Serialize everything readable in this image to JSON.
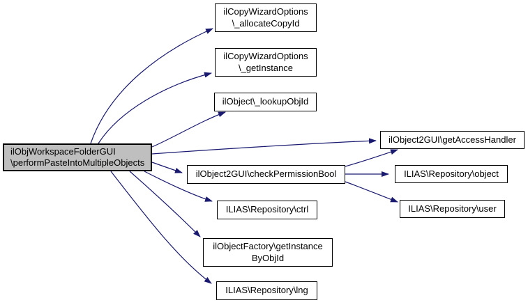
{
  "graph": {
    "type": "call-graph",
    "colors": {
      "edge": "#191970",
      "node_border": "#000000",
      "node_fill": "#ffffff",
      "highlight_fill": "#bfbfbf",
      "background": "#ffffff",
      "text": "#000000"
    },
    "nodes": {
      "main": {
        "label": "ilObjWorkspaceFolderGUI\n\\performPasteIntoMultipleObjects",
        "highlighted": true
      },
      "allocateCopyId": {
        "label": "ilCopyWizardOptions\n\\_allocateCopyId"
      },
      "getInstance": {
        "label": "ilCopyWizardOptions\n\\_getInstance"
      },
      "lookupObjId": {
        "label": "ilObject\\_lookupObjId"
      },
      "checkPermissionBool": {
        "label": "ilObject2GUI\\checkPermissionBool"
      },
      "ctrl": {
        "label": "ILIAS\\Repository\\ctrl"
      },
      "getInstanceByObjId": {
        "label": "ilObjectFactory\\getInstance\nByObjId"
      },
      "lng": {
        "label": "ILIAS\\Repository\\lng"
      },
      "getAccessHandler": {
        "label": "ilObject2GUI\\getAccessHandler"
      },
      "object": {
        "label": "ILIAS\\Repository\\object"
      },
      "user": {
        "label": "ILIAS\\Repository\\user"
      }
    },
    "edges": [
      {
        "from": "main",
        "to": "allocateCopyId"
      },
      {
        "from": "main",
        "to": "getInstance"
      },
      {
        "from": "main",
        "to": "lookupObjId"
      },
      {
        "from": "main",
        "to": "getAccessHandler"
      },
      {
        "from": "main",
        "to": "checkPermissionBool"
      },
      {
        "from": "main",
        "to": "ctrl"
      },
      {
        "from": "main",
        "to": "getInstanceByObjId"
      },
      {
        "from": "main",
        "to": "lng"
      },
      {
        "from": "checkPermissionBool",
        "to": "getAccessHandler"
      },
      {
        "from": "checkPermissionBool",
        "to": "object"
      },
      {
        "from": "checkPermissionBool",
        "to": "user"
      }
    ]
  }
}
